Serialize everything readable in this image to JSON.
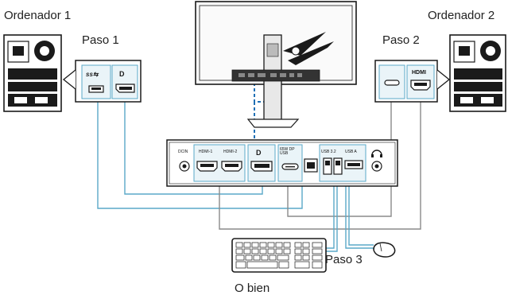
{
  "labels": {
    "computer1": "Ordenador 1",
    "computer2": "Ordenador 2",
    "step1": "Paso 1",
    "step2": "Paso 2",
    "step3": "Paso 3",
    "or": "O bien"
  },
  "ports": {
    "dcin": "DCIN",
    "hdmi1": "HDMI-1",
    "hdmi2": "HDMI-2",
    "usbc_label": "65W DP USB",
    "usb_a1": "USB 3.2",
    "usb_a2": "USB A",
    "pc2_hdmi": "HDMI"
  },
  "colors": {
    "cable_blue": "#5aa9c8",
    "cable_gray": "#8a8a8a",
    "dashed_blue": "#1f6fb5",
    "panel_fill": "#eaf4f8",
    "panel_border": "#5aa9c8"
  },
  "icons": [
    "computer-tower-icon",
    "monitor-rear-icon",
    "keyboard-icon",
    "mouse-icon",
    "usb-icon",
    "displayport-icon",
    "hdmi-icon",
    "usb-c-icon",
    "headphone-icon",
    "rog-logo-icon"
  ]
}
